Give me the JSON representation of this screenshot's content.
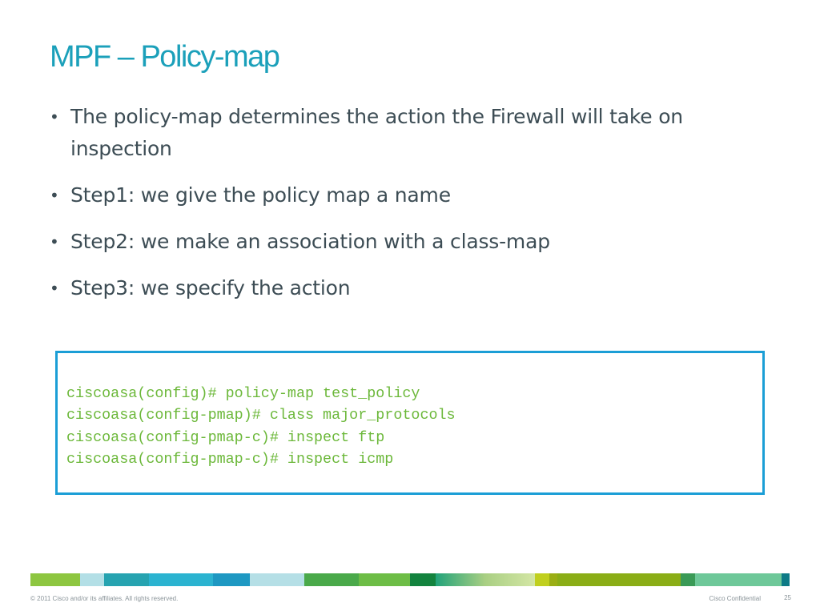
{
  "slide": {
    "title": "MPF – Policy-map",
    "bullet_glyph": "•",
    "bullets": [
      "The policy-map determines the action the Firewall will take on inspection",
      "Step1: we give the policy map a name",
      "Step2: we make an association with a class-map",
      "Step3: we specify the action"
    ]
  },
  "code_block": {
    "lines": [
      "ciscoasa(config)# policy-map test_policy",
      "ciscoasa(config-pmap)# class major_protocols",
      "ciscoasa(config-pmap-c)# inspect ftp",
      "ciscoasa(config-pmap-c)# inspect icmp"
    ]
  },
  "footer": {
    "copyright": "© 2011 Cisco and/or its affiliates. All rights reserved.",
    "confidential": "Cisco Confidential",
    "page_number": "25"
  },
  "colors": {
    "title": "#1ba0ba",
    "body_text": "#3d4d55",
    "code_text": "#6cb83a",
    "code_border": "#1b9ed6"
  }
}
